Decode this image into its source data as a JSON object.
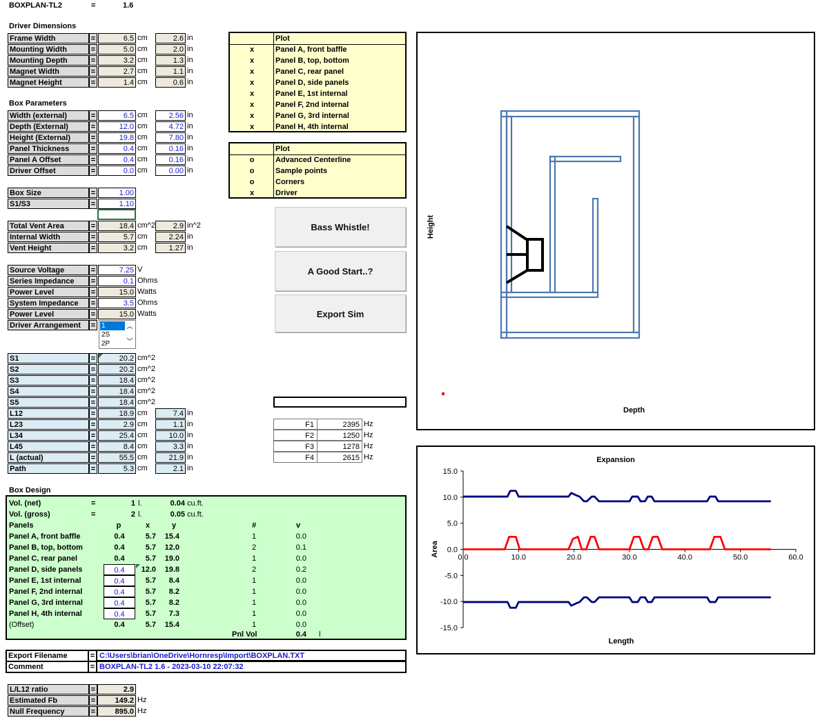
{
  "header": {
    "title": "BOXPLAN-TL2",
    "eq": "=",
    "version": "1.6"
  },
  "driver": {
    "heading": "Driver Dimensions",
    "rows": [
      {
        "label": "Frame Width",
        "cm": "6.5",
        "in": "2.6"
      },
      {
        "label": "Mounting Width",
        "cm": "5.0",
        "in": "2.0"
      },
      {
        "label": "Mounting Depth",
        "cm": "3.2",
        "in": "1.3"
      },
      {
        "label": "Magnet Width",
        "cm": "2.7",
        "in": "1.1"
      },
      {
        "label": "Magnet Height",
        "cm": "1.4",
        "in": "0.6"
      }
    ]
  },
  "box": {
    "heading": "Box Parameters",
    "rows": [
      {
        "label": "Width (external)",
        "cm": "6.5",
        "in": "2.56"
      },
      {
        "label": "Depth (External)",
        "cm": "12.0",
        "in": "4.72"
      },
      {
        "label": "Height (External)",
        "cm": "19.8",
        "in": "7.80"
      },
      {
        "label": "Panel Thickness",
        "cm": "0.4",
        "in": "0.16"
      },
      {
        "label": "Panel A Offset",
        "cm": "0.4",
        "in": "0.16"
      },
      {
        "label": "Driver Offset",
        "cm": "0.0",
        "in": "0.00"
      }
    ]
  },
  "boxsize": {
    "rows": [
      {
        "label": "Box Size",
        "val": "1.00"
      },
      {
        "label": "S1/S3",
        "val": "1.10"
      }
    ]
  },
  "vent": {
    "rows": [
      {
        "label": "Total Vent Area",
        "cm": "18.4",
        "cmu": "cm^2",
        "in": "2.9",
        "inu": "in^2"
      },
      {
        "label": "Internal Width",
        "cm": "5.7",
        "cmu": "cm",
        "in": "2.24",
        "inu": "in"
      },
      {
        "label": "Vent Height",
        "cm": "3.2",
        "cmu": "cm",
        "in": "1.27",
        "inu": "in"
      }
    ]
  },
  "power": {
    "rows": [
      {
        "label": "Source Voltage",
        "val": "7.25",
        "unit": "V"
      },
      {
        "label": "Series Impedance",
        "val": "0.1",
        "unit": "Ohms"
      },
      {
        "label": "Power Level",
        "val": "15.0",
        "unit": "Watts"
      },
      {
        "label": "System Impedance",
        "val": "3.5",
        "unit": "Ohms"
      },
      {
        "label": "Power Level",
        "val": "15.0",
        "unit": "Watts"
      },
      {
        "label": "Driver Arrangement",
        "val": "",
        "unit": ""
      }
    ],
    "arrangement_options": [
      "1",
      "2S",
      "2P"
    ]
  },
  "sections": {
    "rows": [
      {
        "label": "S1",
        "cm": "20.2",
        "cmu": "cm^2",
        "in": "",
        "inu": ""
      },
      {
        "label": "S2",
        "cm": "20.2",
        "cmu": "cm^2",
        "in": "",
        "inu": ""
      },
      {
        "label": "S3",
        "cm": "18.4",
        "cmu": "cm^2",
        "in": "",
        "inu": ""
      },
      {
        "label": "S4",
        "cm": "18.4",
        "cmu": "cm^2",
        "in": "",
        "inu": ""
      },
      {
        "label": "S5",
        "cm": "18.4",
        "cmu": "cm^2",
        "in": "",
        "inu": ""
      },
      {
        "label": "L12",
        "cm": "18.9",
        "cmu": "cm",
        "in": "7.4",
        "inu": "in"
      },
      {
        "label": "L23",
        "cm": "2.9",
        "cmu": "cm",
        "in": "1.1",
        "inu": "in"
      },
      {
        "label": "L34",
        "cm": "25.4",
        "cmu": "cm",
        "in": "10.0",
        "inu": "in"
      },
      {
        "label": "L45",
        "cm": "8.4",
        "cmu": "cm",
        "in": "3.3",
        "inu": "in"
      },
      {
        "label": "L (actual)",
        "cm": "55.5",
        "cmu": "cm",
        "in": "21.9",
        "inu": "in"
      },
      {
        "label": "Path",
        "cm": "5.3",
        "cmu": "cm",
        "in": "2.1",
        "inu": "in"
      }
    ]
  },
  "plot1": {
    "heading": "Plot",
    "rows": [
      {
        "mark": "x",
        "label": "Panel A, front baffle"
      },
      {
        "mark": "x",
        "label": "Panel B, top, bottom"
      },
      {
        "mark": "x",
        "label": "Panel C, rear panel"
      },
      {
        "mark": "x",
        "label": "Panel D, side panels"
      },
      {
        "mark": "x",
        "label": "Panel E, 1st internal"
      },
      {
        "mark": "x",
        "label": "Panel F, 2nd internal"
      },
      {
        "mark": "x",
        "label": "Panel G, 3rd internal"
      },
      {
        "mark": "x",
        "label": "Panel H, 4th internal"
      }
    ]
  },
  "plot2": {
    "heading": "Plot",
    "rows": [
      {
        "mark": "o",
        "label": "Advanced Centerline"
      },
      {
        "mark": "o",
        "label": "Sample points"
      },
      {
        "mark": "o",
        "label": "Corners"
      },
      {
        "mark": "x",
        "label": "Driver"
      }
    ]
  },
  "buttons": {
    "bass": "Bass Whistle!",
    "start": "A Good Start..?",
    "export": "Export Sim"
  },
  "freqs": [
    {
      "k": "F1",
      "v": "2395",
      "u": "Hz"
    },
    {
      "k": "F2",
      "v": "1250",
      "u": "Hz"
    },
    {
      "k": "F3",
      "v": "1278",
      "u": "Hz"
    },
    {
      "k": "F4",
      "v": "2615",
      "u": "Hz"
    }
  ],
  "design": {
    "heading": "Box Design",
    "vol": [
      {
        "label": "Vol. (net)",
        "eq": "=",
        "v": "1",
        "u": "l.",
        "v2": "0.04",
        "u2": "cu.ft."
      },
      {
        "label": "Vol. (gross)",
        "eq": "=",
        "v": "2",
        "u": "l.",
        "v2": "0.05",
        "u2": "cu.ft."
      }
    ],
    "cols": {
      "panels": "Panels",
      "p": "p",
      "x": "x",
      "y": "y",
      "n": "#",
      "v": "v"
    },
    "rows": [
      {
        "label": "Panel A, front baffle",
        "p": "0.4",
        "x": "5.7",
        "y": "15.4",
        "n": "1",
        "v": "0.0"
      },
      {
        "label": "Panel B, top, bottom",
        "p": "0.4",
        "x": "5.7",
        "y": "12.0",
        "n": "2",
        "v": "0.1"
      },
      {
        "label": "Panel C, rear panel",
        "p": "0.4",
        "x": "5.7",
        "y": "19.0",
        "n": "1",
        "v": "0.0"
      },
      {
        "label": "Panel D, side panels",
        "p": "0.4",
        "x": "12.0",
        "y": "19.8",
        "n": "2",
        "v": "0.2"
      },
      {
        "label": "Panel E, 1st internal",
        "p": "0.4",
        "x": "5.7",
        "y": "8.4",
        "n": "1",
        "v": "0.0"
      },
      {
        "label": "Panel F, 2nd internal",
        "p": "0.4",
        "x": "5.7",
        "y": "8.2",
        "n": "1",
        "v": "0.0"
      },
      {
        "label": "Panel G, 3rd internal",
        "p": "0.4",
        "x": "5.7",
        "y": "8.2",
        "n": "1",
        "v": "0.0"
      },
      {
        "label": "Panel H, 4th internal",
        "p": "0.4",
        "x": "5.7",
        "y": "7.3",
        "n": "1",
        "v": "0.0"
      },
      {
        "label": "(Offset)",
        "p": "0.4",
        "x": "5.7",
        "y": "15.4",
        "n": "1",
        "v": "0.0"
      }
    ],
    "pnl_label": "Pnl Vol",
    "pnl_val": "0.4",
    "pnl_unit": "l"
  },
  "export": {
    "filename_label": "Export Filename",
    "filename": "C:\\Users\\brian\\OneDrive\\Hornresp\\Import\\BOXPLAN.TXT",
    "comment_label": "Comment",
    "comment": "BOXPLAN-TL2 1.6 - 2023-03-10 22:07:32"
  },
  "results": {
    "rows": [
      {
        "label": "L/L12 ratio",
        "val": "2.9",
        "unit": ""
      },
      {
        "label": "Estimated Fb",
        "val": "149.2",
        "unit": "Hz"
      },
      {
        "label": "Null Frequency",
        "val": "895.0",
        "unit": "Hz"
      }
    ]
  },
  "layout_chart": {
    "ylabel": "Height",
    "xlabel": "Depth",
    "outline_color": "#4a78b0",
    "driver_color": "#000000"
  },
  "chart_data": {
    "type": "line",
    "title": "Expansion",
    "xlabel": "Length",
    "ylabel": "Area",
    "xlim": [
      0,
      60
    ],
    "ylim": [
      -15,
      15
    ],
    "xticks": [
      "0.0",
      "10.0",
      "20.0",
      "30.0",
      "40.0",
      "50.0",
      "60.0"
    ],
    "yticks": [
      "15.0",
      "10.0",
      "5.0",
      "0.0",
      "-5.0",
      "-10.0",
      "-15.0"
    ],
    "series": [
      {
        "color": "#000080",
        "x": [
          0,
          8,
          8.5,
          9.5,
          10,
          19,
          19.5,
          20.5,
          21,
          21.8,
          22.3,
          23.2,
          23.7,
          24.5,
          25,
          30,
          30.5,
          31.5,
          32,
          32.8,
          33.3,
          34,
          34.5,
          35,
          36,
          44,
          44.5,
          45.5,
          46,
          47,
          55.5
        ],
        "y": [
          10.1,
          10.1,
          11.2,
          11.2,
          10.1,
          10.1,
          10.8,
          10.3,
          10.1,
          9.2,
          9.2,
          10.1,
          10.1,
          9.2,
          9.2,
          9.2,
          10.1,
          10.1,
          9.2,
          9.2,
          10.1,
          10.1,
          9.2,
          9.2,
          9.2,
          9.2,
          10.1,
          10.1,
          9.2,
          9.2,
          9.2
        ]
      },
      {
        "color": "#ff0000",
        "x": [
          0,
          7.5,
          8.3,
          9.5,
          10.2,
          19,
          19.8,
          20.7,
          21.4,
          22.2,
          23,
          23.7,
          24.5,
          30,
          30.8,
          31.8,
          32.6,
          33.4,
          34.2,
          35.1,
          35.9,
          44.5,
          45.3,
          46.4,
          47.2,
          55.5
        ],
        "y": [
          0,
          0,
          2.4,
          2.4,
          0,
          0,
          2.0,
          2.4,
          0,
          0,
          2.4,
          2.4,
          0,
          0,
          2.4,
          2.4,
          0,
          0,
          2.4,
          2.4,
          0,
          0,
          2.4,
          2.4,
          0,
          0
        ]
      },
      {
        "color": "#000080",
        "x": [
          0,
          8,
          8.5,
          9.5,
          10,
          19,
          19.5,
          20.5,
          21,
          21.8,
          22.3,
          23.2,
          23.7,
          24.5,
          25,
          30,
          30.5,
          31.5,
          32,
          32.8,
          33.3,
          34,
          34.5,
          35,
          36,
          44,
          44.5,
          45.5,
          46,
          47,
          55.5
        ],
        "y": [
          -10.1,
          -10.1,
          -11.2,
          -11.2,
          -10.1,
          -10.1,
          -10.8,
          -10.3,
          -10.1,
          -9.2,
          -9.2,
          -10.1,
          -10.1,
          -9.2,
          -9.2,
          -9.2,
          -10.1,
          -10.1,
          -9.2,
          -9.2,
          -10.1,
          -10.1,
          -9.2,
          -9.2,
          -9.2,
          -9.2,
          -10.1,
          -10.1,
          -9.2,
          -9.2,
          -9.2
        ]
      }
    ]
  }
}
